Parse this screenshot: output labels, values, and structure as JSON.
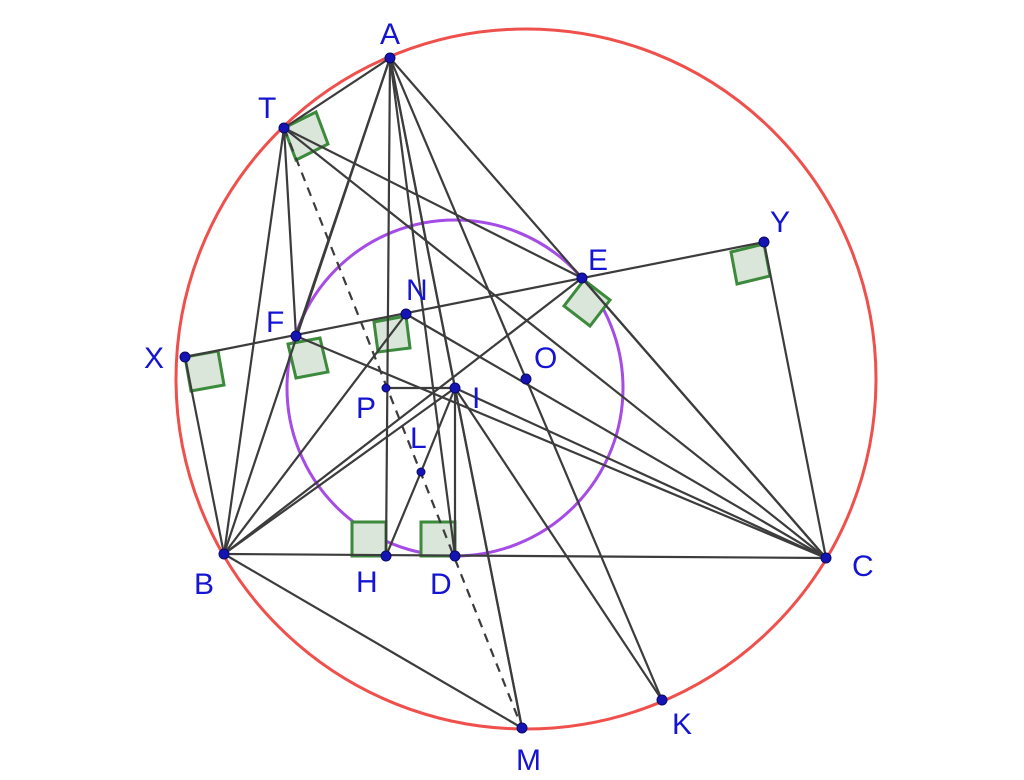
{
  "labels": {
    "A": "A",
    "T": "T",
    "Y": "Y",
    "E": "E",
    "N": "N",
    "F": "F",
    "X": "X",
    "O": "O",
    "P": "P",
    "I": "I",
    "L": "L",
    "B": "B",
    "H": "H",
    "D": "D",
    "C": "C",
    "M": "M",
    "K": "K"
  },
  "colors": {
    "circumcircle": "#f0504c",
    "incircle": "#a64ce6",
    "segment": "#3c3c3c",
    "point": "#1414b4",
    "label": "#1414d2",
    "right_angle_stroke": "#3c8a3c",
    "right_angle_fill": "#d9e6d9"
  }
}
